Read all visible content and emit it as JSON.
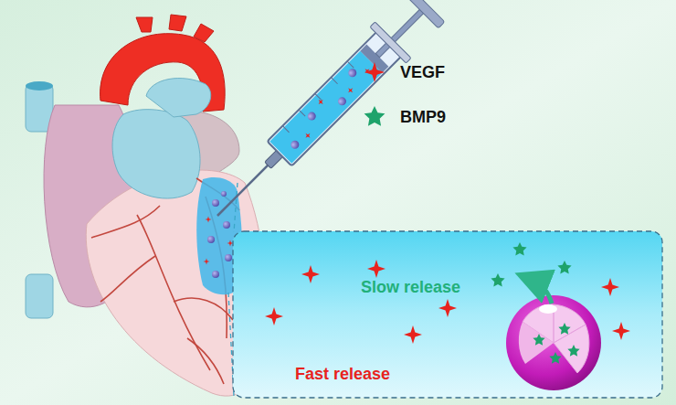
{
  "diagram": {
    "nodes": [
      {
        "text": [
          "Slow release",
          "Fast release"
        ]
      }
    ],
    "legend": [
      {
        "text": "VEGF"
      },
      {
        "text": "BMP9"
      }
    ]
  }
}
